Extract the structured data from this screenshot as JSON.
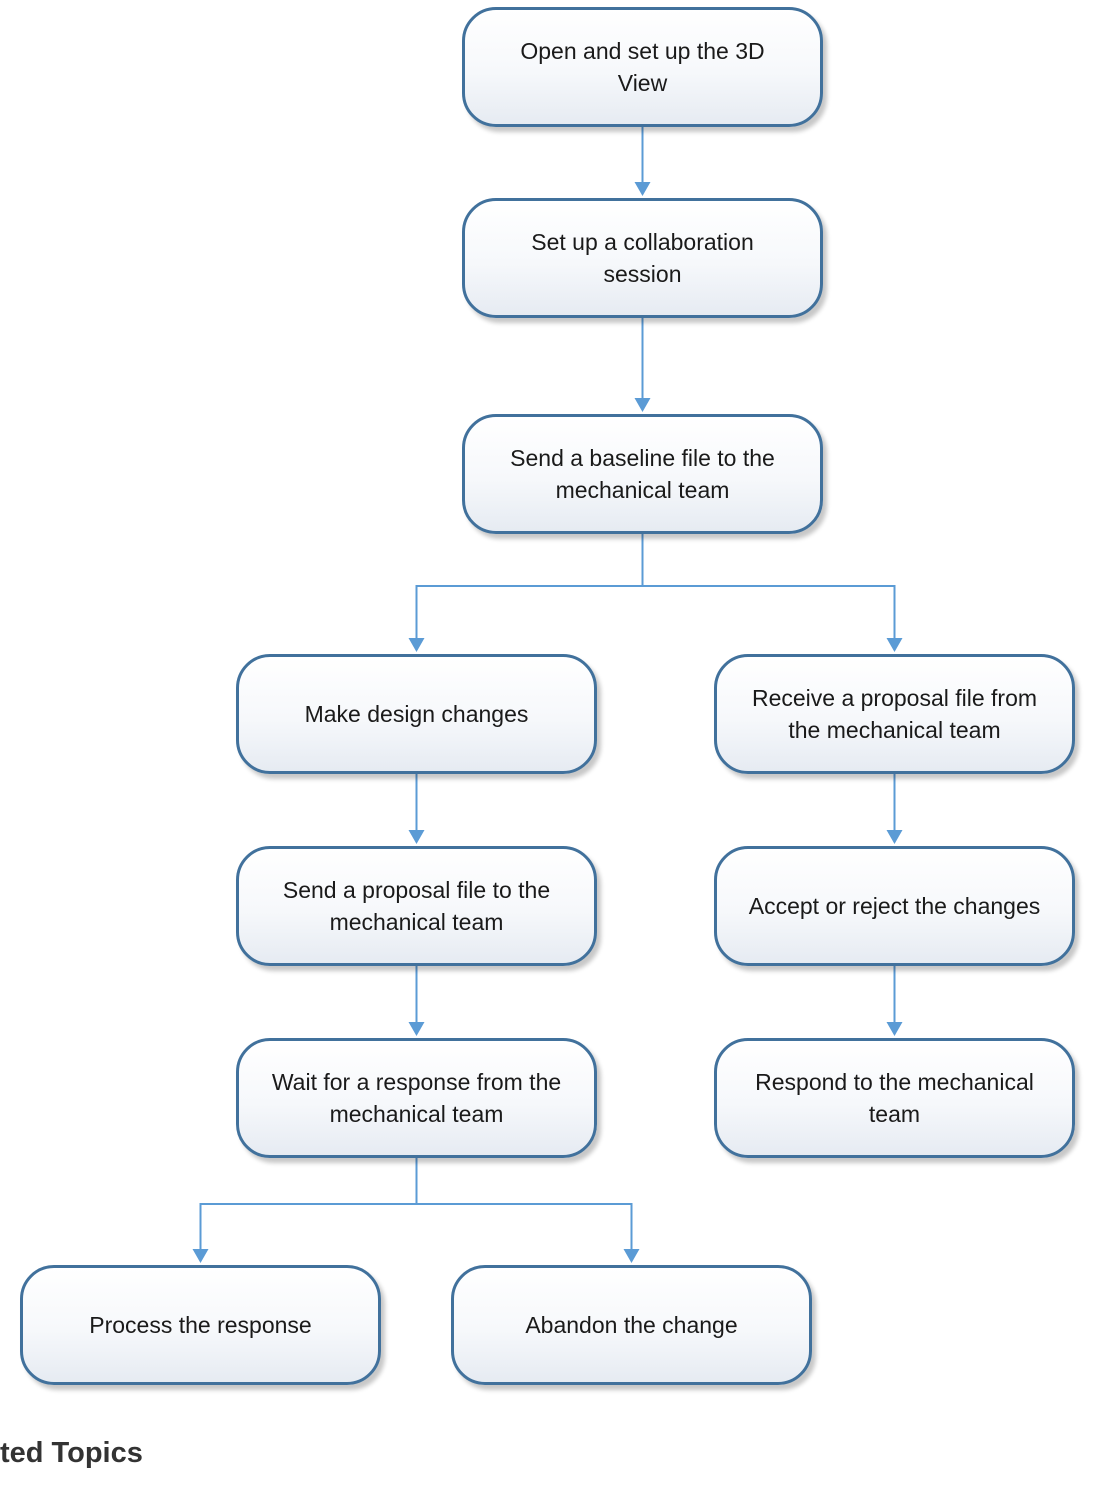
{
  "diagram": {
    "line_color": "#5b9bd5",
    "node_border_color": "#41719c",
    "nodes": [
      {
        "id": "n1",
        "label": "Open and set up the 3D\nView"
      },
      {
        "id": "n2",
        "label": "Set up a collaboration\nsession"
      },
      {
        "id": "n3",
        "label": "Send a baseline file to the\nmechanical team"
      },
      {
        "id": "n4",
        "label": "Make design changes"
      },
      {
        "id": "n5",
        "label": "Send a proposal file to the\nmechanical team"
      },
      {
        "id": "n6",
        "label": "Wait for a response from the\nmechanical team"
      },
      {
        "id": "n7",
        "label": "Receive a proposal file from\nthe mechanical team"
      },
      {
        "id": "n8",
        "label": "Accept or reject the changes"
      },
      {
        "id": "n9",
        "label": "Respond to the mechanical\nteam"
      },
      {
        "id": "n10",
        "label": "Process the response"
      },
      {
        "id": "n11",
        "label": "Abandon the change"
      }
    ],
    "edges": [
      {
        "from": "n1",
        "to": "n2"
      },
      {
        "from": "n2",
        "to": "n3"
      },
      {
        "from": "n3",
        "to": "n4"
      },
      {
        "from": "n3",
        "to": "n7"
      },
      {
        "from": "n4",
        "to": "n5"
      },
      {
        "from": "n5",
        "to": "n6"
      },
      {
        "from": "n7",
        "to": "n8"
      },
      {
        "from": "n8",
        "to": "n9"
      },
      {
        "from": "n6",
        "to": "n10"
      },
      {
        "from": "n6",
        "to": "n11"
      }
    ]
  },
  "footer": {
    "heading": "ted Topics"
  }
}
